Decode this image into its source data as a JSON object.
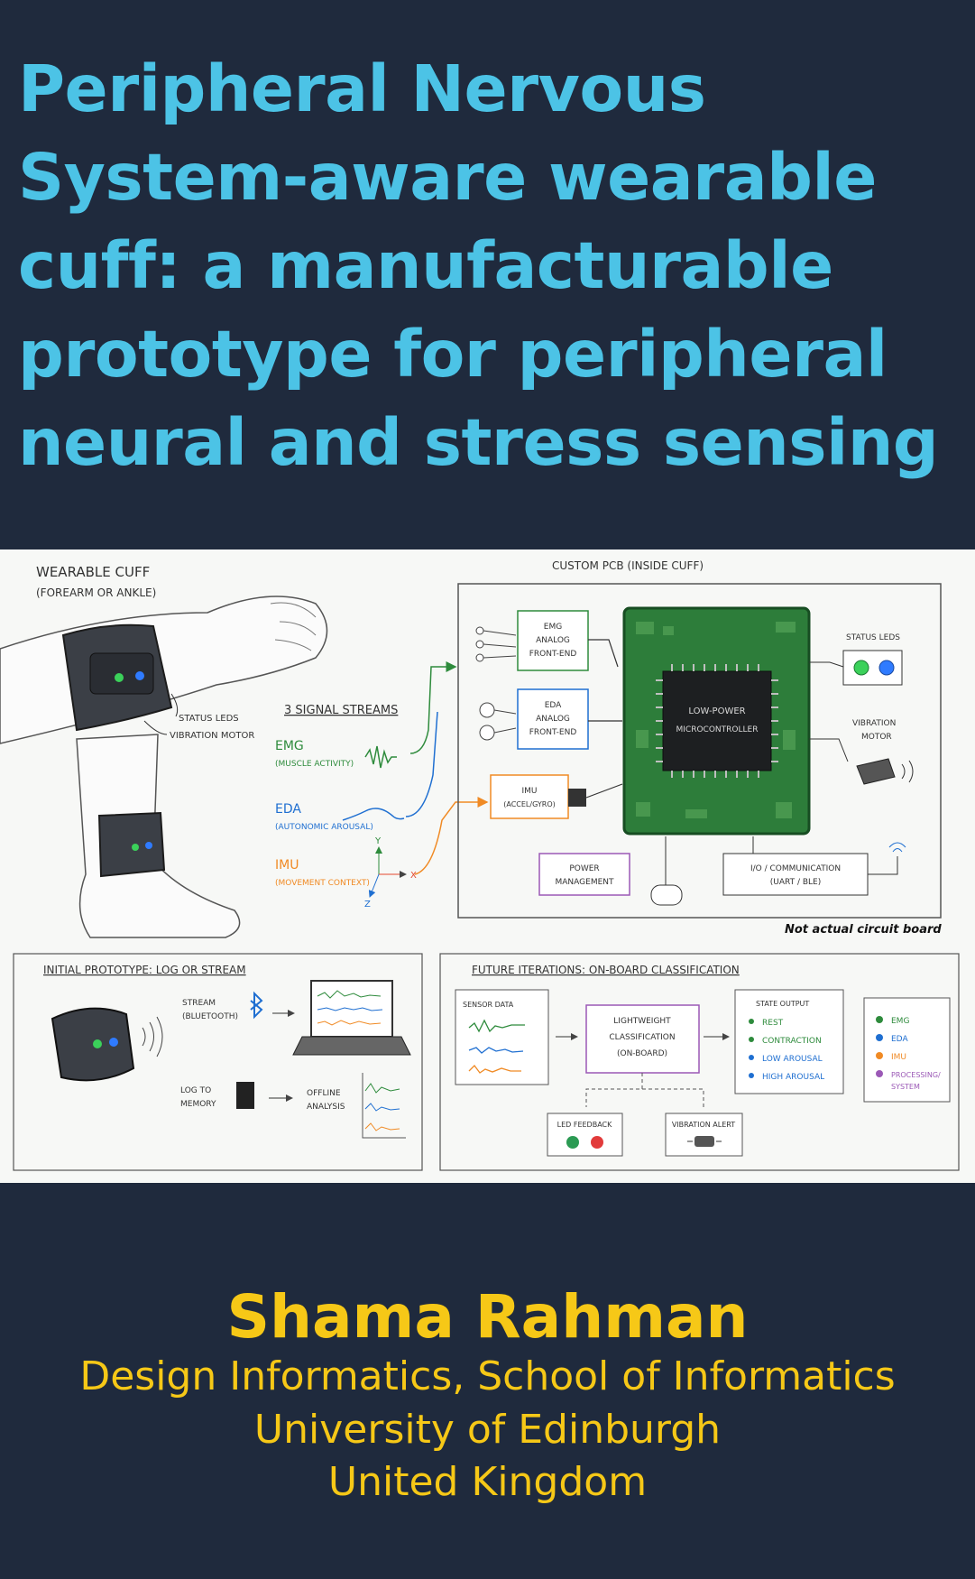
{
  "cover": {
    "title": "Peripheral Nervous System-aware wearable cuff: a manufacturable prototype for peripheral neural and stress sensing",
    "author": "Shama Rahman",
    "affiliation_lines": [
      "Design Informatics, School of Informatics",
      "University of Edinburgh",
      "United Kingdom"
    ]
  },
  "figure": {
    "cuff_title": "WEARABLE CUFF",
    "cuff_subtitle": "(FOREARM OR ANKLE)",
    "status_leds": "STATUS LEDS",
    "vibration_motor": "VIBRATION MOTOR",
    "streams_title": "3 SIGNAL STREAMS",
    "streams": [
      {
        "name": "EMG",
        "desc": "(MUSCLE ACTIVITY)"
      },
      {
        "name": "EDA",
        "desc": "(AUTONOMIC AROUSAL)"
      },
      {
        "name": "IMU",
        "desc": "(MOVEMENT CONTEXT)"
      }
    ],
    "axis_labels": [
      "Y",
      "X",
      "Z"
    ],
    "pcb_title": "CUSTOM PCB  (INSIDE CUFF)",
    "emg_frontend": [
      "EMG",
      "ANALOG",
      "FRONT-END"
    ],
    "eda_frontend": [
      "EDA",
      "ANALOG",
      "FRONT-END"
    ],
    "imu_block": [
      "IMU",
      "(ACCEL/GYRO)"
    ],
    "mcu": [
      "LOW-POWER",
      "MICROCONTROLLER"
    ],
    "pcb_status_leds": "STATUS LEDS",
    "vibration_block": [
      "VIBRATION",
      "MOTOR"
    ],
    "power_block": [
      "POWER",
      "MANAGEMENT"
    ],
    "io_block": [
      "I/O / COMMUNICATION",
      "(UART / BLE)"
    ],
    "disclaimer": "Not actual circuit board",
    "proto_title": "INITIAL PROTOTYPE: LOG OR STREAM",
    "stream_label": [
      "STREAM",
      "(BLUETOOTH)"
    ],
    "log_label": [
      "LOG TO",
      "MEMORY"
    ],
    "offline_label": [
      "OFFLINE",
      "ANALYSIS"
    ],
    "future_title": "FUTURE ITERATIONS: ON-BOARD CLASSIFICATION",
    "sensor_data": "SENSOR DATA",
    "classifier": [
      "LIGHTWEIGHT",
      "CLASSIFICATION",
      "(ON-BOARD)"
    ],
    "state_output_title": "STATE OUTPUT",
    "states": [
      "REST",
      "CONTRACTION",
      "LOW AROUSAL",
      "HIGH AROUSAL"
    ],
    "led_feedback": "LED FEEDBACK",
    "vibration_alert": "VIBRATION ALERT",
    "legend": [
      {
        "label": "EMG",
        "color": "#2e8b3c"
      },
      {
        "label": "EDA",
        "color": "#1f6fd1"
      },
      {
        "label": "IMU",
        "color": "#f08a24"
      },
      {
        "label": "PROCESSING/",
        "color": "#9b59b6"
      },
      {
        "label": "SYSTEM",
        "color": ""
      }
    ]
  }
}
